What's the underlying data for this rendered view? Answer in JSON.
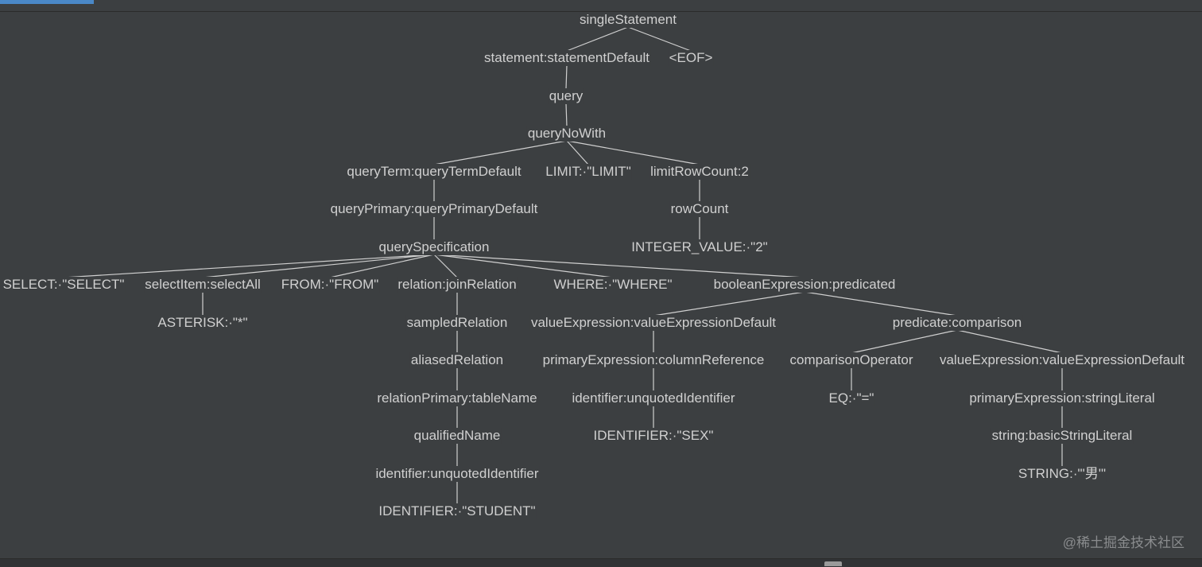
{
  "tree": {
    "nodes": [
      {
        "id": "n0",
        "label": "singleStatement",
        "parent": null
      },
      {
        "id": "n1",
        "label": "statement:statementDefault",
        "parent": "n0"
      },
      {
        "id": "n2",
        "label": "<EOF>",
        "parent": "n0"
      },
      {
        "id": "n3",
        "label": "query",
        "parent": "n1"
      },
      {
        "id": "n4",
        "label": "queryNoWith",
        "parent": "n3"
      },
      {
        "id": "n5",
        "label": "queryTerm:queryTermDefault",
        "parent": "n4"
      },
      {
        "id": "n6",
        "label": "LIMIT:·\"LIMIT\"",
        "parent": "n4"
      },
      {
        "id": "n7",
        "label": "limitRowCount:2",
        "parent": "n4"
      },
      {
        "id": "n8",
        "label": "queryPrimary:queryPrimaryDefault",
        "parent": "n5"
      },
      {
        "id": "n9",
        "label": "rowCount",
        "parent": "n7"
      },
      {
        "id": "n10",
        "label": "querySpecification",
        "parent": "n8"
      },
      {
        "id": "n11",
        "label": "INTEGER_VALUE:·\"2\"",
        "parent": "n9"
      },
      {
        "id": "n12",
        "label": "SELECT:·\"SELECT\"",
        "parent": "n10"
      },
      {
        "id": "n13",
        "label": "selectItem:selectAll",
        "parent": "n10"
      },
      {
        "id": "n14",
        "label": "FROM:·\"FROM\"",
        "parent": "n10"
      },
      {
        "id": "n15",
        "label": "relation:joinRelation",
        "parent": "n10"
      },
      {
        "id": "n16",
        "label": "WHERE:·\"WHERE\"",
        "parent": "n10"
      },
      {
        "id": "n17",
        "label": "booleanExpression:predicated",
        "parent": "n10"
      },
      {
        "id": "n18",
        "label": "ASTERISK:·\"*\"",
        "parent": "n13"
      },
      {
        "id": "n19",
        "label": "sampledRelation",
        "parent": "n15"
      },
      {
        "id": "n20",
        "label": "valueExpression:valueExpressionDefault",
        "parent": "n17"
      },
      {
        "id": "n21",
        "label": "predicate:comparison",
        "parent": "n17"
      },
      {
        "id": "n22",
        "label": "aliasedRelation",
        "parent": "n19"
      },
      {
        "id": "n23",
        "label": "primaryExpression:columnReference",
        "parent": "n20"
      },
      {
        "id": "n24",
        "label": "comparisonOperator",
        "parent": "n21"
      },
      {
        "id": "n25",
        "label": "valueExpression:valueExpressionDefault",
        "parent": "n21"
      },
      {
        "id": "n26",
        "label": "relationPrimary:tableName",
        "parent": "n22"
      },
      {
        "id": "n27",
        "label": "identifier:unquotedIdentifier",
        "parent": "n23"
      },
      {
        "id": "n28",
        "label": "EQ:·\"=\"",
        "parent": "n24"
      },
      {
        "id": "n29",
        "label": "primaryExpression:stringLiteral",
        "parent": "n25"
      },
      {
        "id": "n30",
        "label": "qualifiedName",
        "parent": "n26"
      },
      {
        "id": "n31",
        "label": "IDENTIFIER:·\"SEX\"",
        "parent": "n27"
      },
      {
        "id": "n32",
        "label": "string:basicStringLiteral",
        "parent": "n29"
      },
      {
        "id": "n33",
        "label": "identifier:unquotedIdentifier",
        "parent": "n30"
      },
      {
        "id": "n34",
        "label": "STRING:·\"'男'\"",
        "parent": "n32"
      },
      {
        "id": "n35",
        "label": "IDENTIFIER:·\"STUDENT\"",
        "parent": "n33"
      }
    ]
  },
  "watermark": "@稀土掘金技术社区",
  "colors": {
    "background": "#3c3f41",
    "edge": "#d0d0d0",
    "text": "#d0d0d0",
    "accent": "#4a88c7"
  }
}
